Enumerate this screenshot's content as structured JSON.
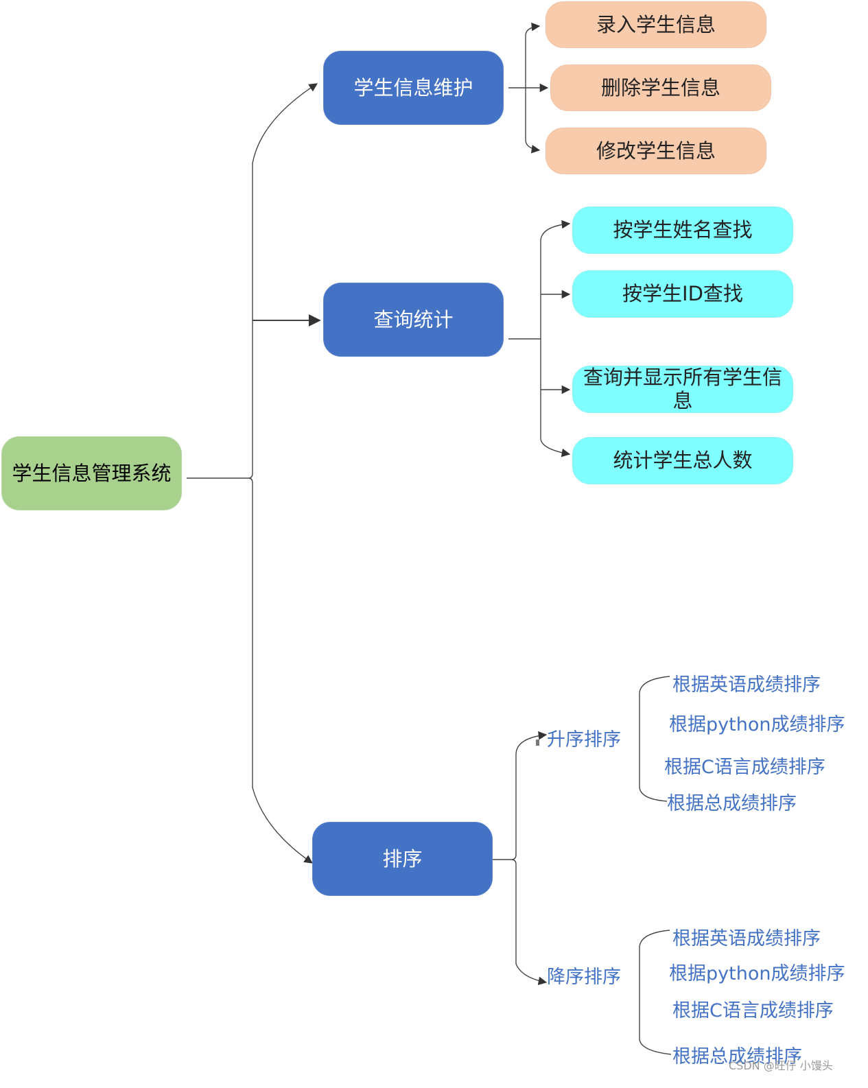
{
  "root": {
    "label": "学生信息管理系统"
  },
  "branches": {
    "maintain": {
      "label": "学生信息维护",
      "children": [
        "录入学生信息",
        "删除学生信息",
        "修改学生信息"
      ]
    },
    "query": {
      "label": "查询统计",
      "children": [
        "按学生姓名查找",
        "按学生ID查找",
        "查询并显示所有学生信息",
        "统计学生总人数"
      ]
    },
    "sort": {
      "label": "排序",
      "ascending": {
        "label": "升序排序",
        "children": [
          "根据英语成绩排序",
          "根据python成绩排序",
          "根据C语言成绩排序",
          "根据总成绩排序"
        ]
      },
      "descending": {
        "label": "降序排序",
        "children": [
          "根据英语成绩排序",
          "根据python成绩排序",
          "根据C语言成绩排序",
          "根据总成绩排序"
        ]
      }
    }
  },
  "watermark": "CSDN @旺仔 小馒头",
  "colors": {
    "root_fill": "#a9d18e",
    "branch_fill": "#4472c4",
    "maintain_children_fill": "#f8cbad",
    "query_children_fill": "#7fffff",
    "sort_text": "#4472c4"
  }
}
